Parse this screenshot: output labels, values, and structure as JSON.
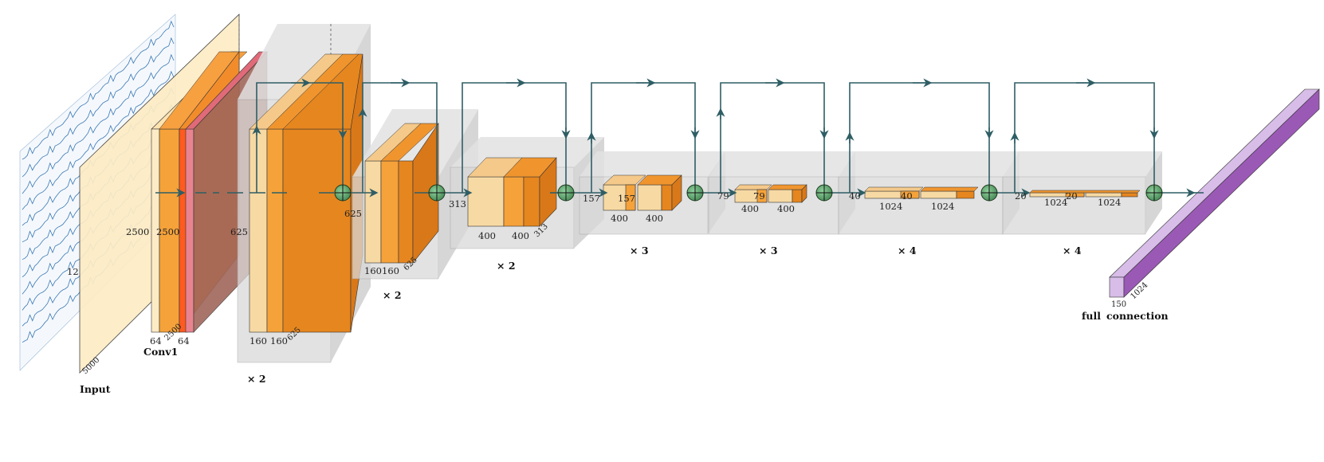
{
  "captions": {
    "input": "Input",
    "conv1": "Conv1",
    "full": "full",
    "connection": "connection"
  },
  "repeats": {
    "stage1": "× 2",
    "stage2": "× 2",
    "stage3": "× 2",
    "stage4": "× 3",
    "stage5": "× 3",
    "stage6": "× 4",
    "stage7": "× 4"
  },
  "dims": {
    "input_channels": "12",
    "input_length": "5000",
    "conv1_height_a": "2500",
    "conv1_height_b": "2500",
    "conv1_depth_a": "64",
    "conv1_len": "2500",
    "pool_depth": "64",
    "pool_height": "625",
    "s1_d1": "160",
    "s1_d2": "160",
    "s1_len": "625",
    "s1_out_h": "625",
    "s2_d1": "160",
    "s2_d2": "160",
    "s2_len": "625",
    "s2_out_h": "313",
    "s3_d1": "400",
    "s3_d2": "400",
    "s3_len": "313",
    "s3_out_h": "157",
    "s4_h": "157",
    "s4_d1": "400",
    "s4_d2": "400",
    "s4_out_h": "79",
    "s5_h": "79",
    "s5_d1": "400",
    "s5_d2": "400",
    "s5_out_h": "40",
    "s6_h": "40",
    "s6_d1": "1024",
    "s6_d2": "1024",
    "s6_out_h": "20",
    "s7_h": "20",
    "s7_d1": "1024",
    "s7_d2": "1024",
    "fc_w": "150",
    "fc_d": "1024"
  },
  "colors": {
    "input_plane": "#fdecc4",
    "conv_light": "#f7d9a3",
    "conv_orange": "#f5a23a",
    "conv_dark": "#e6861f",
    "pool_red": "#e06a78",
    "pool_mauve": "#a0675a",
    "block_gray": "#d9d9d9",
    "arrow": "#2f5e65",
    "add_node": "#5fa870",
    "fc_purple": "#9b59b6",
    "fc_light": "#d7bde8",
    "ecg_blue": "#3b78b5"
  }
}
